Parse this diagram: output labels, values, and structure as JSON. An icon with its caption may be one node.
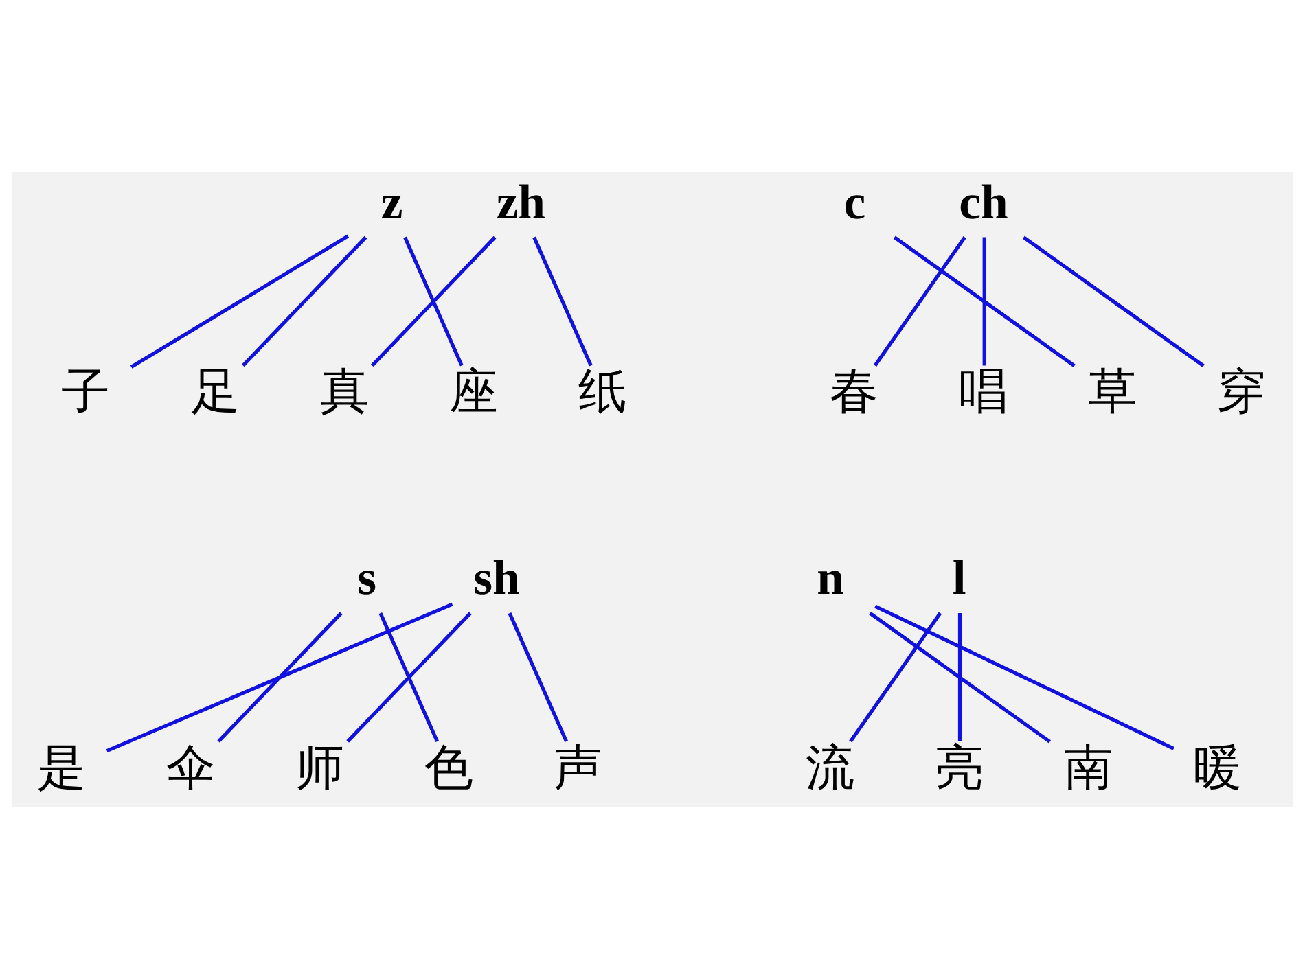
{
  "diagram": {
    "nodes": [
      {
        "text": [
          "z"
        ]
      },
      {
        "text": [
          "zh"
        ]
      },
      {
        "text": [
          "c"
        ]
      },
      {
        "text": [
          "ch"
        ]
      },
      {
        "text": [
          "子"
        ]
      },
      {
        "text": [
          "足"
        ]
      },
      {
        "text": [
          "真"
        ]
      },
      {
        "text": [
          "座"
        ]
      },
      {
        "text": [
          "纸"
        ]
      },
      {
        "text": [
          "春"
        ]
      },
      {
        "text": [
          "唱"
        ]
      },
      {
        "text": [
          "草"
        ]
      },
      {
        "text": [
          "穿"
        ]
      },
      {
        "text": [
          "s"
        ]
      },
      {
        "text": [
          "sh"
        ]
      },
      {
        "text": [
          "n"
        ]
      },
      {
        "text": [
          "l"
        ]
      },
      {
        "text": [
          "是"
        ]
      },
      {
        "text": [
          "伞"
        ]
      },
      {
        "text": [
          "师"
        ]
      },
      {
        "text": [
          "色"
        ]
      },
      {
        "text": [
          "声"
        ]
      },
      {
        "text": [
          "流"
        ]
      },
      {
        "text": [
          "亮"
        ]
      },
      {
        "text": [
          "南"
        ]
      },
      {
        "text": [
          "暖"
        ]
      }
    ],
    "edges": [
      {
        "from": 0,
        "to": 4,
        "arrow": "none"
      },
      {
        "from": 0,
        "to": 5,
        "arrow": "none"
      },
      {
        "from": 0,
        "to": 7,
        "arrow": "none"
      },
      {
        "from": 1,
        "to": 6,
        "arrow": "none"
      },
      {
        "from": 1,
        "to": 8,
        "arrow": "none"
      },
      {
        "from": 2,
        "to": 11,
        "arrow": "none"
      },
      {
        "from": 3,
        "to": 9,
        "arrow": "none"
      },
      {
        "from": 3,
        "to": 10,
        "arrow": "none"
      },
      {
        "from": 3,
        "to": 12,
        "arrow": "none"
      },
      {
        "from": 13,
        "to": 18,
        "arrow": "none"
      },
      {
        "from": 13,
        "to": 20,
        "arrow": "none"
      },
      {
        "from": 14,
        "to": 17,
        "arrow": "none"
      },
      {
        "from": 14,
        "to": 19,
        "arrow": "none"
      },
      {
        "from": 14,
        "to": 21,
        "arrow": "none"
      },
      {
        "from": 15,
        "to": 24,
        "arrow": "none"
      },
      {
        "from": 15,
        "to": 25,
        "arrow": "none"
      },
      {
        "from": 16,
        "to": 22,
        "arrow": "none"
      },
      {
        "from": 16,
        "to": 23,
        "arrow": "none"
      }
    ]
  }
}
